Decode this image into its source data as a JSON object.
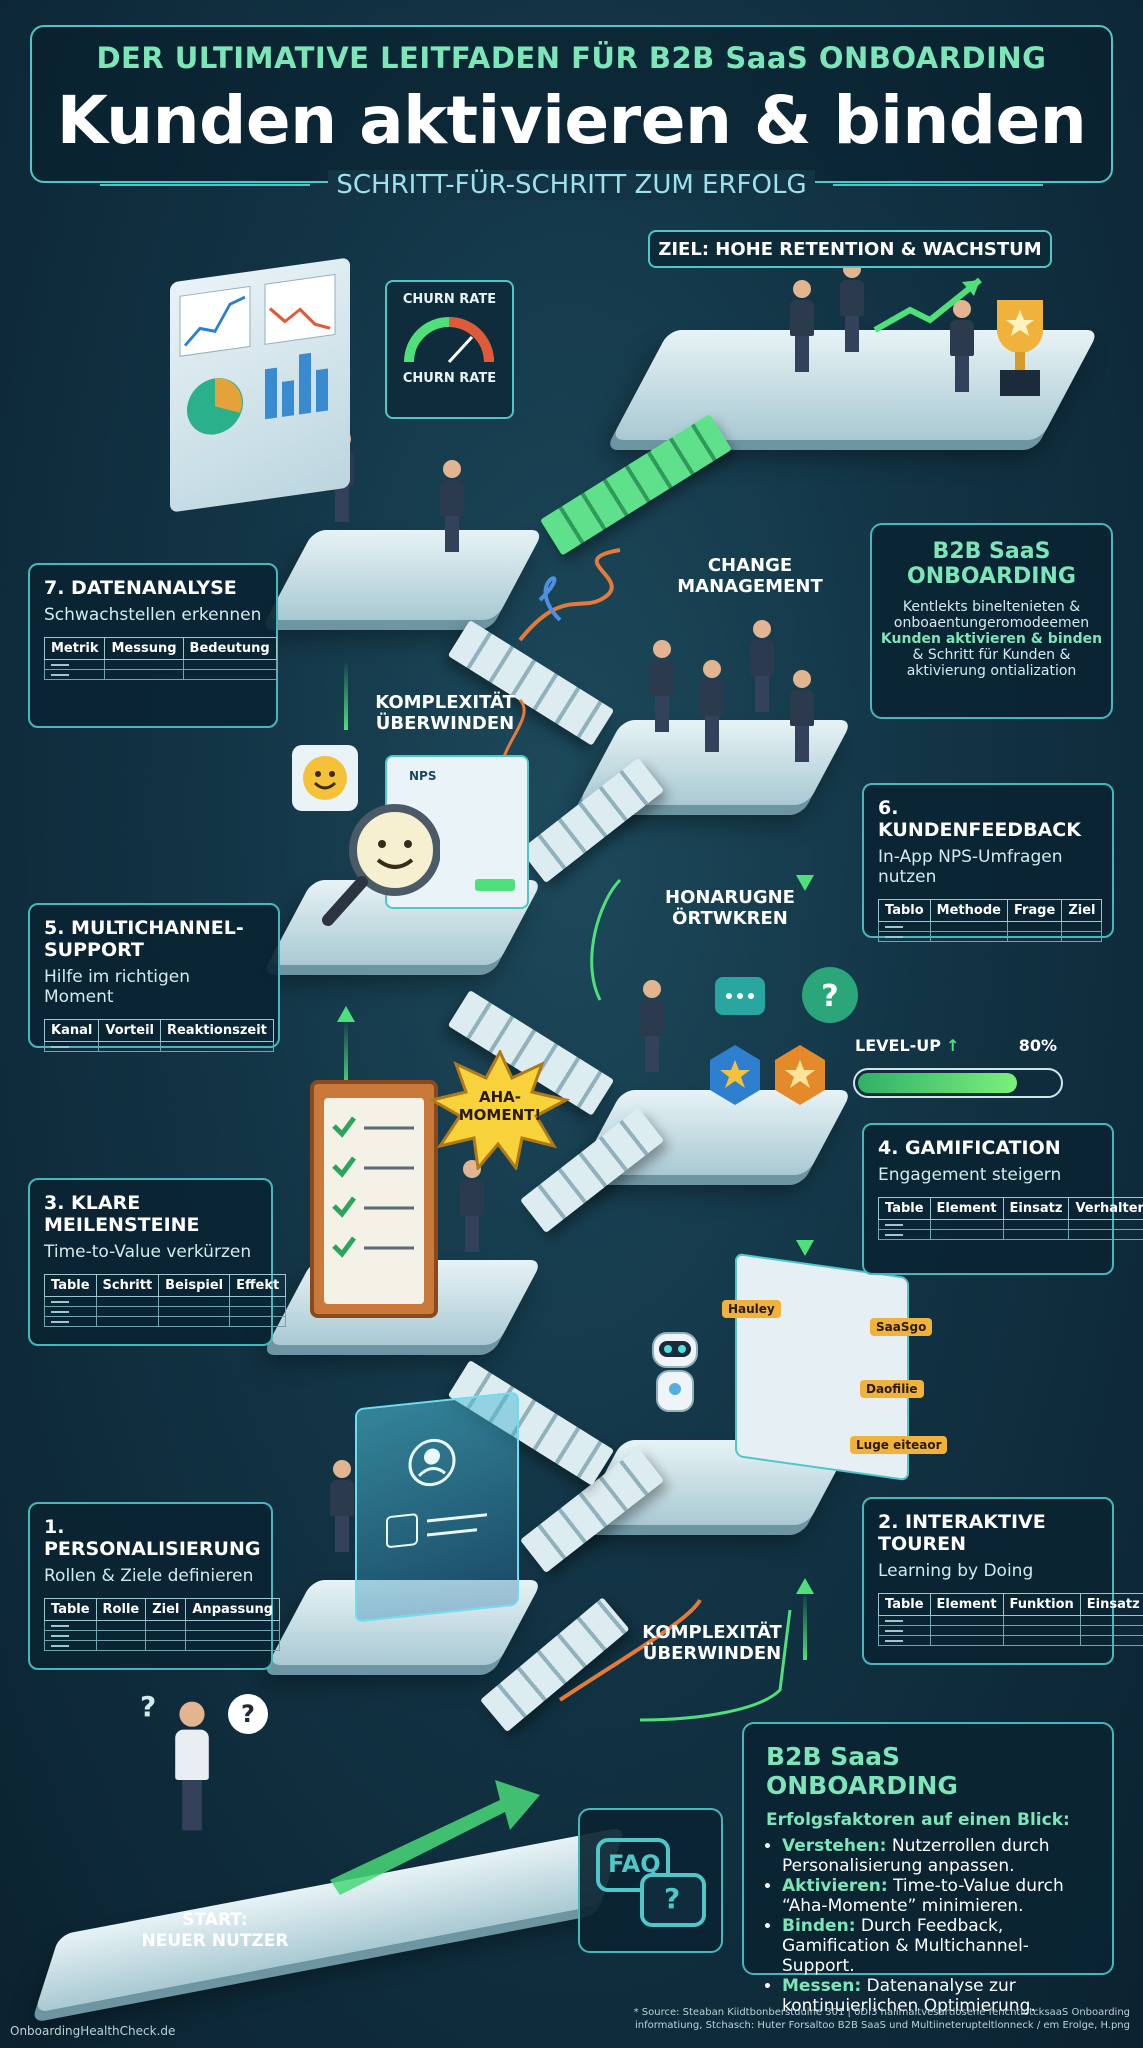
{
  "header": {
    "kicker": "DER ULTIMATIVE LEITFADEN FÜR B2B SaaS ONBOARDING",
    "title": "Kunden aktivieren & binden",
    "subtitle": "SCHRITT-FÜR-SCHRITT ZUM ERFOLG"
  },
  "goal": {
    "label": "ZIEL: HOHE RETENTION & WACHSTUM"
  },
  "dashboard": {
    "churn_top": "CHURN RATE",
    "churn_bottom": "CHURN RATE"
  },
  "scene_labels": {
    "change_management": "CHANGE\nMANAGEMENT",
    "komplexitaet_top": "KOMPLEXITÄT\nÜBERWINDEN",
    "honarugne": "HONARUGNE\nÖRTWKREN",
    "komplexitaet_bottom": "KOMPLEXITÄT\nÜBERWINDEN",
    "aha": "AHA-\nMOMENT!",
    "start": "START:\nNEUER NUTZER",
    "nps_tag": "NPS",
    "faq": "FAQ",
    "question": "?"
  },
  "levelup": {
    "label": "LEVEL-UP",
    "percent_text": "80%",
    "progress": 0.8
  },
  "tour_tags": [
    "Hauley",
    "SaaSgo",
    "Daofilie",
    "Luge eiteaor"
  ],
  "info_top": {
    "title_line1": "B2B SaaS",
    "title_line2": "ONBOARDING",
    "line1": "Kentlekts bineltenieten &",
    "line2": "onboaentungeromodeemen",
    "highlight": "Kunden aktivieren & binden",
    "line3": "& Schritt für Kunden &",
    "line4": "aktivierung ontialization"
  },
  "steps": {
    "s7": {
      "title": "7. DATENANALYSE",
      "subtitle": "Schwachstellen erkennen",
      "cols": [
        "Metrik",
        "Messung",
        "Bedeutung"
      ]
    },
    "s6": {
      "title": "6. KUNDENFEEDBACK",
      "subtitle": "In-App NPS-Umfragen nutzen",
      "cols": [
        "Tablo",
        "Methode",
        "Frage",
        "Ziel"
      ]
    },
    "s5": {
      "title": "5. MULTICHANNEL-SUPPORT",
      "subtitle": "Hilfe im richtigen Moment",
      "cols": [
        "Kanal",
        "Vorteil",
        "Reaktionszeit"
      ]
    },
    "s4": {
      "title": "4. GAMIFICATION",
      "subtitle": "Engagement steigern",
      "cols": [
        "Table",
        "Element",
        "Einsatz",
        "Verhalten"
      ]
    },
    "s3": {
      "title": "3. KLARE MEILENSTEINE",
      "subtitle": "Time-to-Value verkürzen",
      "cols": [
        "Table",
        "Schritt",
        "Beispiel",
        "Effekt"
      ]
    },
    "s2": {
      "title": "2. INTERAKTIVE TOUREN",
      "subtitle": "Learning by Doing",
      "cols": [
        "Table",
        "Element",
        "Funktion",
        "Einsatz"
      ]
    },
    "s1": {
      "title": "1. PERSONALISIERUNG",
      "subtitle": "Rollen & Ziele definieren",
      "cols": [
        "Table",
        "Rolle",
        "Ziel",
        "Anpassung"
      ]
    }
  },
  "summary": {
    "title": "B2B SaaS ONBOARDING",
    "intro": "Erfolgsfaktoren auf einen Blick:",
    "items": [
      {
        "key": "Verstehen:",
        "text": " Nutzerrollen durch Personalisierung anpassen."
      },
      {
        "key": "Aktivieren:",
        "text": " Time-to-Value durch “Aha-Momente” minimieren."
      },
      {
        "key": "Binden:",
        "text": " Durch Feedback, Gamification & Multichannel-Support."
      },
      {
        "key": "Messen:",
        "text": " Datenanalyse zur kontinuierlichen Optimierung."
      }
    ]
  },
  "footer": {
    "site": "OnboardingHealthCheck.de",
    "source_line1": "* Source: Steaban Kiidtbonberstuuine 301 | 0DI3 haiimaltvesartlosene fenchtlotcksaaS Onboarding",
    "source_line2": "informatiung, Stchasch: Huter Forsaltoo B2B SaaS und Multiineterupteltlonneck / em Erolge, H.png"
  },
  "colors": {
    "accent": "#4fc6c8",
    "green": "#4fe07a",
    "title_green": "#7de6b8",
    "background": "#123445"
  }
}
